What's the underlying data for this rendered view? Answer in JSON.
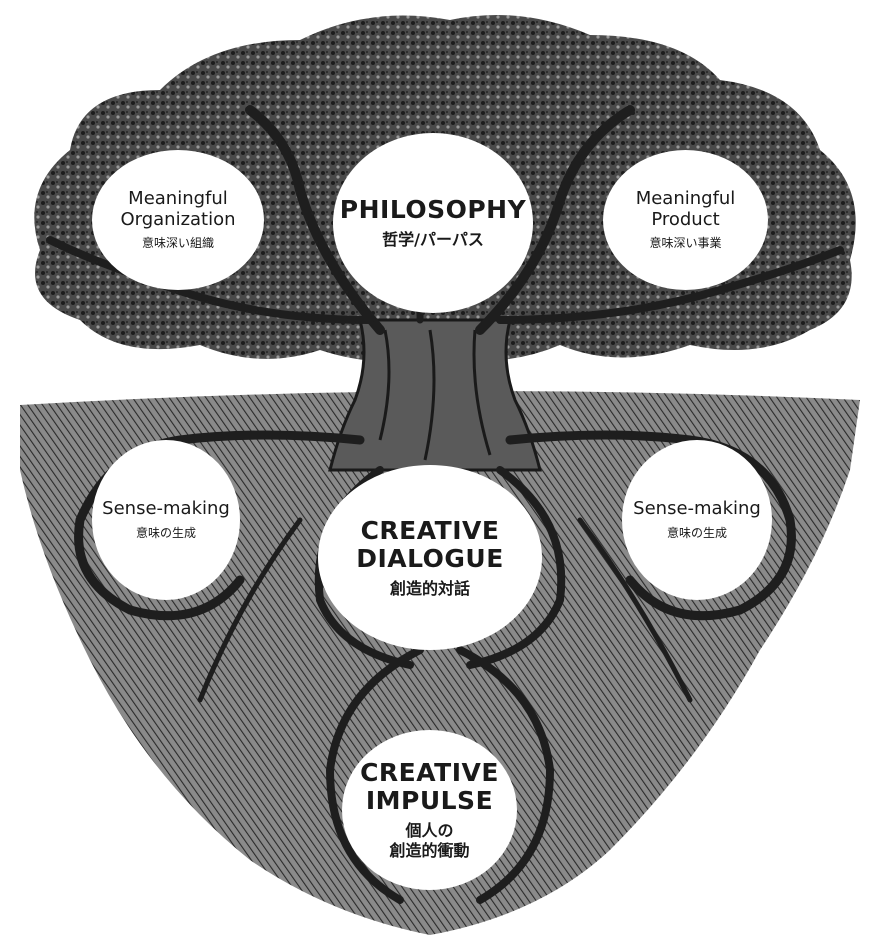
{
  "palette": {
    "ink": "#1a1a1a",
    "foliage": "#3a3a3a",
    "soil": "#6a6a6a",
    "paper": "#ffffff"
  },
  "canopy": {
    "philosophy": {
      "en": "PHILOSOPHY",
      "ja": "哲学/パーパス"
    },
    "organization": {
      "en": "Meaningful\nOrganization",
      "ja": "意味深い組織"
    },
    "product": {
      "en": "Meaningful\nProduct",
      "ja": "意味深い事業"
    }
  },
  "roots": {
    "dialogue": {
      "en": "CREATIVE\nDIALOGUE",
      "ja": "創造的対話"
    },
    "sense_left": {
      "en": "Sense-making",
      "ja": "意味の生成"
    },
    "sense_right": {
      "en": "Sense-making",
      "ja": "意味の生成"
    },
    "impulse": {
      "en": "CREATIVE\nIMPULSE",
      "ja": "個人の\n創造的衝動"
    }
  }
}
